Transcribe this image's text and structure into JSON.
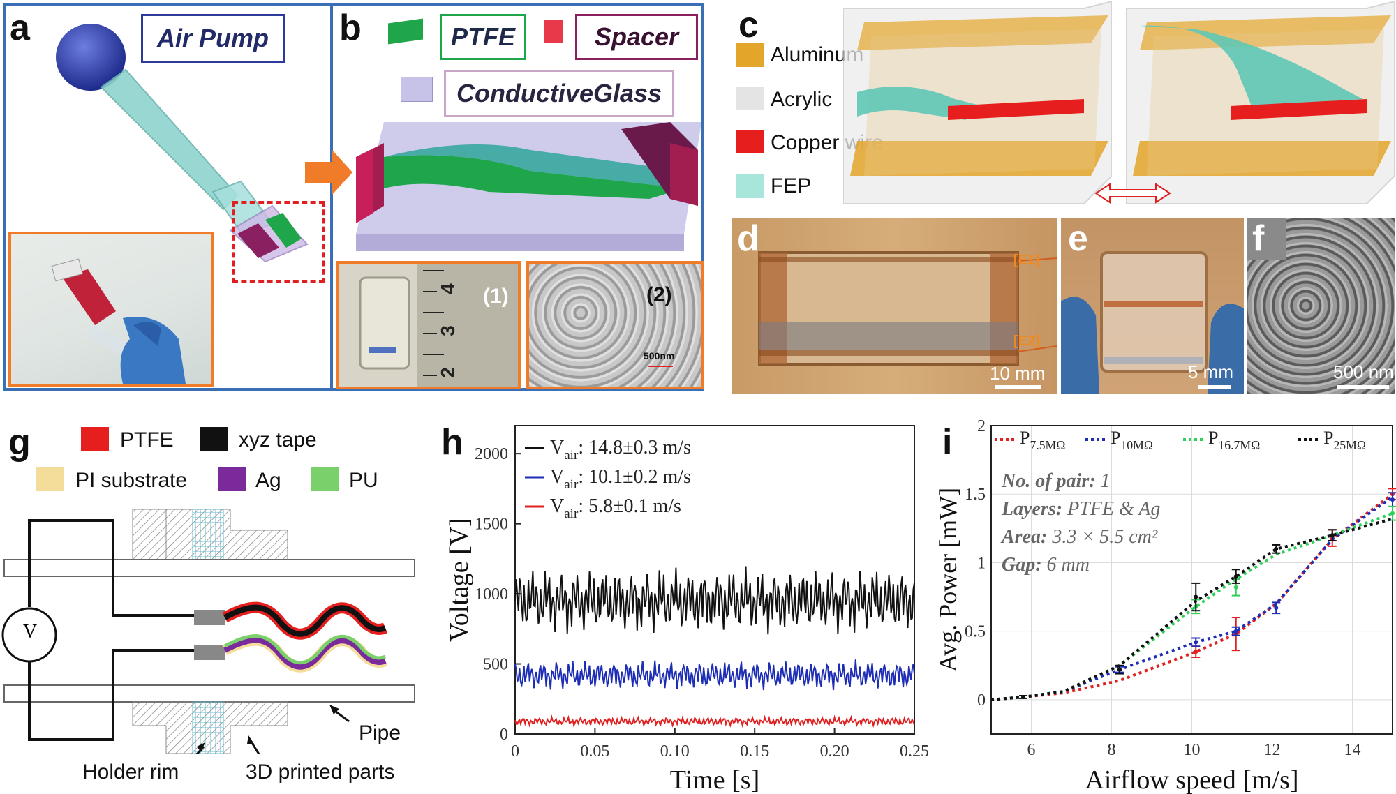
{
  "panels": {
    "a": {
      "label": "a",
      "air_pump": "Air Pump"
    },
    "b": {
      "label": "b",
      "ptfe": "PTFE",
      "spacer": "Spacer",
      "glass": "ConductiveGlass",
      "inset1": "(1)",
      "inset2": "(2)",
      "scale": "500nm",
      "ruler_numbers": [
        "4",
        "3",
        "2"
      ]
    },
    "c": {
      "label": "c",
      "legend": [
        "Aluminum",
        "Acrylic",
        "Copper wire",
        "FEP"
      ]
    },
    "d": {
      "label": "d",
      "e1": "[E1]",
      "e2": "[E2]",
      "scale": "10 mm"
    },
    "e": {
      "label": "e",
      "scale": "5 mm"
    },
    "f": {
      "label": "f",
      "scale": "500 nm"
    },
    "g": {
      "label": "g",
      "legend": [
        "PTFE",
        "xyz tape",
        "PI substrate",
        "Ag",
        "PU"
      ],
      "voltmeter": "V",
      "pipe": "Pipe",
      "holder_rim": "Holder rim",
      "printed_parts": "3D printed parts"
    },
    "h": {
      "label": "h"
    },
    "i": {
      "label": "i"
    }
  },
  "colors": {
    "frame_blue": "#3a6fb5",
    "orange": "#f07c2a",
    "ptfe_green": "#1fa64a",
    "spacer_red": "#e8394a",
    "aluminum": "#e3a52a",
    "acrylic": "#e4e4e4",
    "copper": "#e61e1e",
    "fep": "#a8e6dc"
  },
  "chart_data": [
    {
      "type": "line",
      "panel": "h",
      "xlabel": "Time [s]",
      "ylabel": "Voltage [V]",
      "xlim": [
        0,
        0.25
      ],
      "ylim": [
        0,
        2200
      ],
      "xticks": [
        "0",
        "0.05",
        "0.10",
        "0.15",
        "0.20",
        "0.25"
      ],
      "yticks": [
        "0",
        "500",
        "1000",
        "1500",
        "2000"
      ],
      "legend_position": "top-left",
      "series": [
        {
          "name": "Vair: 14.8±0.3 m/s",
          "sub_lead": "V",
          "sub": "air",
          "sub_tail": ": 14.8±0.3 m/s",
          "color": "#111111",
          "mean": 950,
          "amplitude": 200
        },
        {
          "name": "Vair: 10.1±0.2 m/s",
          "sub_lead": "V",
          "sub": "air",
          "sub_tail": ": 10.1±0.2 m/s",
          "color": "#1d2db5",
          "mean": 420,
          "amplitude": 90
        },
        {
          "name": "Vair: 5.8±0.1 m/s",
          "sub_lead": "V",
          "sub": "air",
          "sub_tail": ": 5.8±0.1 m/s",
          "color": "#e02020",
          "mean": 90,
          "amplitude": 25
        }
      ]
    },
    {
      "type": "line",
      "panel": "i",
      "xlabel": "Airflow speed [m/s]",
      "ylabel": "Avg. Power [mW]",
      "xlim": [
        5,
        15
      ],
      "ylim": [
        -0.25,
        2
      ],
      "xticks": [
        "6",
        "8",
        "10",
        "12",
        "14"
      ],
      "yticks": [
        "0",
        "0.5",
        "1",
        "1.5",
        "2"
      ],
      "grid": true,
      "legend_position": "top",
      "annotations": [
        {
          "key": "No. of pair:",
          "value": "1"
        },
        {
          "key": "Layers:",
          "value": "PTFE & Ag"
        },
        {
          "key": "Area:",
          "value": "3.3 × 5.5 cm²"
        },
        {
          "key": "Gap:",
          "value": "6 mm"
        }
      ],
      "series": [
        {
          "name": "P7.5MΩ",
          "lead": "P",
          "sub": "7.5MΩ",
          "color": "#e02020",
          "x": [
            5,
            5.8,
            6.8,
            8.2,
            10.1,
            11.1,
            12.1,
            13.5,
            15
          ],
          "y": [
            0,
            0.02,
            0.05,
            0.14,
            0.35,
            0.48,
            0.7,
            1.17,
            1.5
          ],
          "points": [
            [
              10.1,
              0.35,
              0.04
            ],
            [
              11.1,
              0.48,
              0.12
            ],
            [
              13.5,
              1.18,
              0.06
            ],
            [
              15,
              1.5,
              0.04
            ]
          ]
        },
        {
          "name": "P10MΩ",
          "lead": "P",
          "sub": "10MΩ",
          "color": "#1d2db5",
          "x": [
            5,
            5.8,
            6.8,
            8.2,
            10.1,
            11.1,
            12.1,
            13.5,
            15
          ],
          "y": [
            0,
            0.02,
            0.06,
            0.22,
            0.42,
            0.5,
            0.7,
            1.17,
            1.48
          ],
          "points": [
            [
              8.2,
              0.22,
              0.02
            ],
            [
              10.1,
              0.42,
              0.03
            ],
            [
              11.1,
              0.5,
              0.03
            ],
            [
              12.1,
              0.67,
              0.04
            ],
            [
              15,
              1.46,
              0.05
            ]
          ]
        },
        {
          "name": "P16.7MΩ",
          "lead": "P",
          "sub": "16.7MΩ",
          "color": "#2ecf5a",
          "x": [
            5,
            5.8,
            6.8,
            8.2,
            10.1,
            11.1,
            12.1,
            13.5,
            15
          ],
          "y": [
            0,
            0.02,
            0.06,
            0.25,
            0.68,
            0.88,
            1.06,
            1.2,
            1.36
          ],
          "points": [
            [
              10.1,
              0.68,
              0.05
            ],
            [
              11.1,
              0.82,
              0.06
            ],
            [
              15,
              1.36,
              0.05
            ]
          ]
        },
        {
          "name": "P25MΩ",
          "lead": "P",
          "sub": "25MΩ",
          "color": "#111111",
          "x": [
            5,
            5.8,
            6.8,
            8.2,
            10.1,
            11.1,
            12.1,
            13.5,
            15
          ],
          "y": [
            0,
            0.02,
            0.06,
            0.25,
            0.72,
            0.9,
            1.1,
            1.2,
            1.32
          ],
          "points": [
            [
              5.8,
              0.02,
              0.01
            ],
            [
              8.2,
              0.22,
              0.03
            ],
            [
              10.1,
              0.75,
              0.1
            ],
            [
              11.1,
              0.9,
              0.05
            ],
            [
              12.1,
              1.1,
              0.03
            ],
            [
              13.5,
              1.2,
              0.04
            ]
          ]
        }
      ]
    }
  ]
}
